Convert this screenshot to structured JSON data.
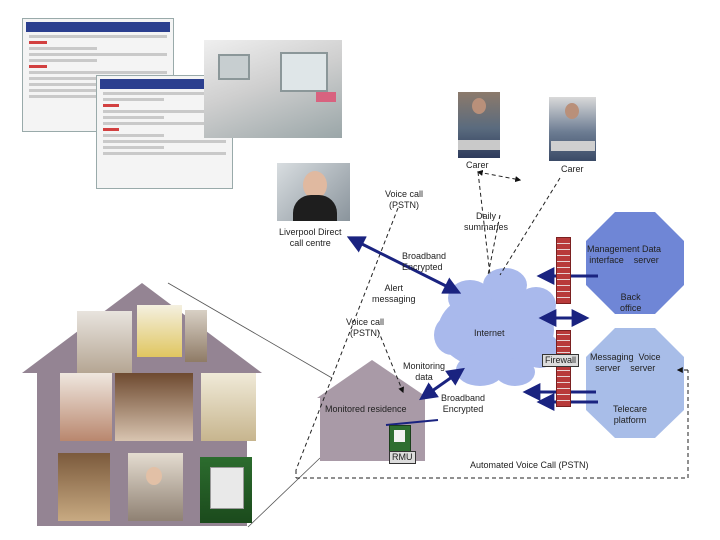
{
  "labels": {
    "carer1": "Carer",
    "carer2": "Carer",
    "voice_call_top": "Voice call\n(PSTN)",
    "daily_summaries": "Daily\nsummaries",
    "call_centre": "Liverpool Direct\ncall centre",
    "broadband_top": "Broadband\nEncrypted",
    "alert_messaging": "Alert\nmessaging",
    "voice_call_mid": "Voice call\n(PSTN)",
    "internet": "Internet",
    "management": "Management Data\ninterface    server",
    "back_office": "Back\noffice",
    "firewall": "Firewall",
    "messaging": "Messaging  Voice\nserver    server",
    "monitoring_data": "Monitoring\ndata",
    "broadband_bottom": "Broadband\nEncrypted",
    "monitored_residence": "Monitored residence",
    "telecare_platform": "Telecare\nplatform",
    "rmu": "RMU",
    "automated_voice_call": "Automated Voice Call (PSTN)"
  },
  "colors": {
    "cloud": "#a9b9ec",
    "octagon_top": "#6f86d6",
    "octagon_bottom": "#a8bde8",
    "house_left": "#948493",
    "house_mid": "#a99aa7",
    "arrow": "#1a2380"
  }
}
